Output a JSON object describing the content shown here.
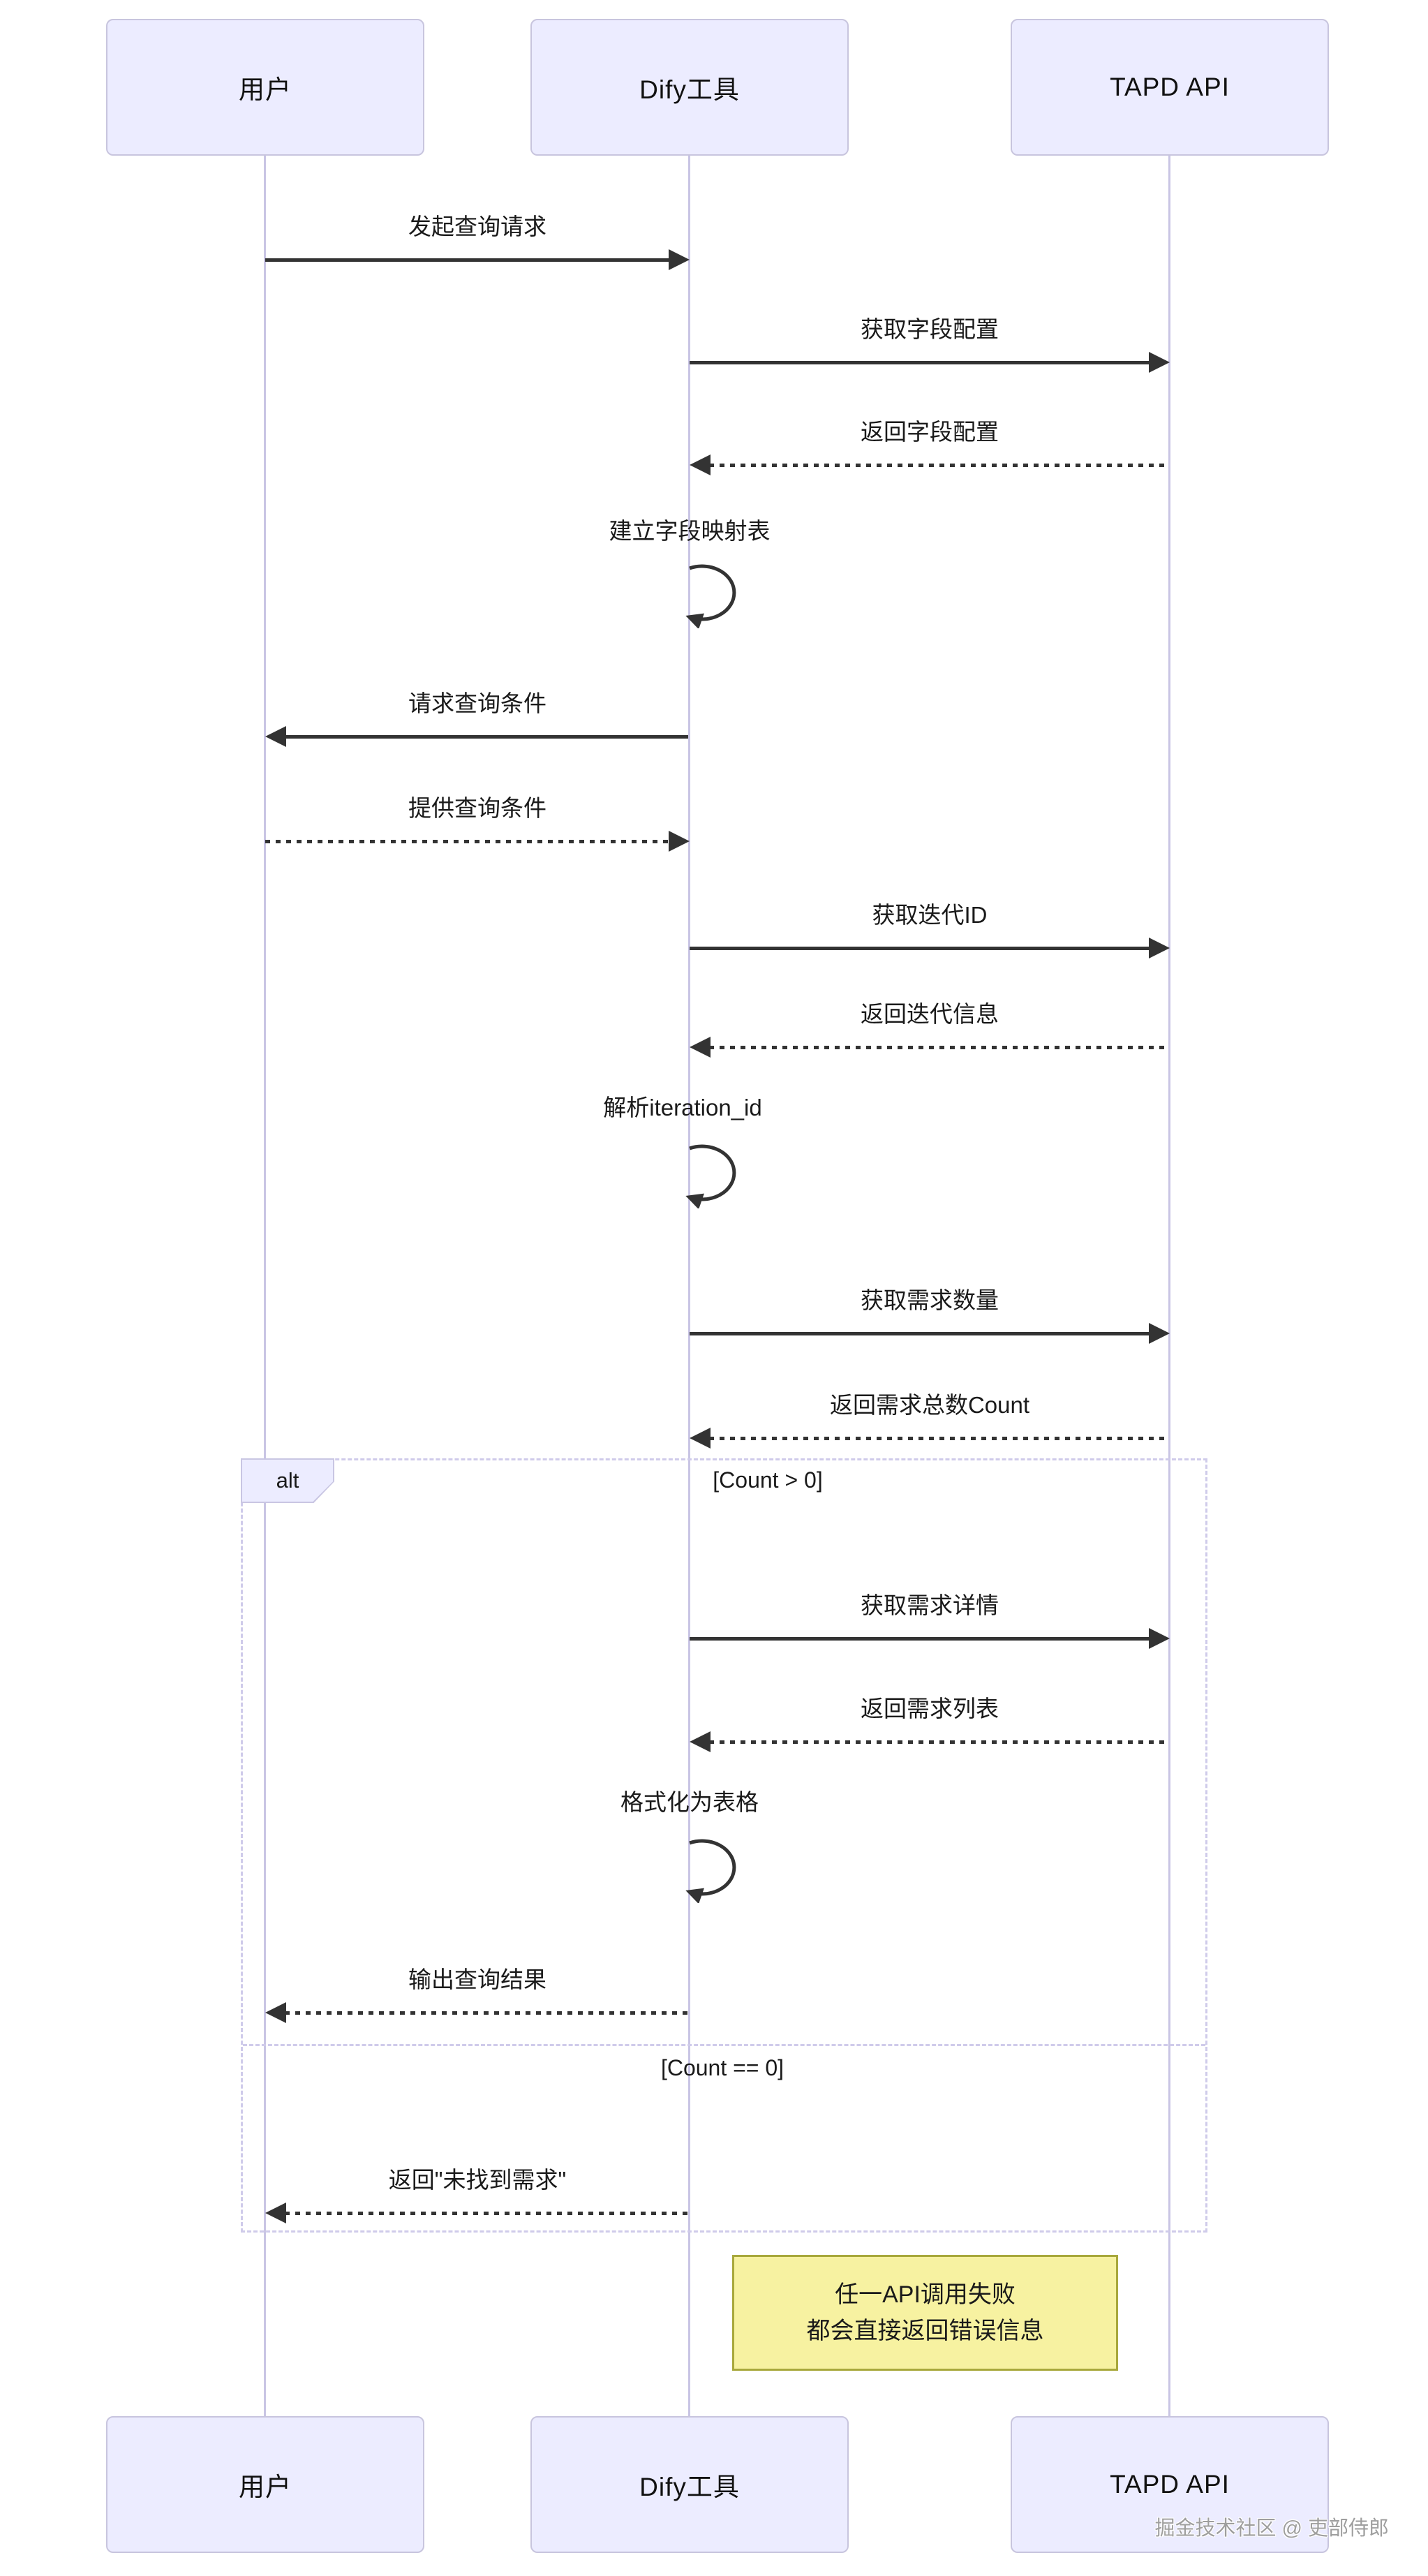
{
  "diagram": {
    "type": "sequence",
    "actors": [
      {
        "label": "用户"
      },
      {
        "label": "Dify工具"
      },
      {
        "label": "TAPD API"
      }
    ],
    "messages": [
      {
        "label": "发起查询请求",
        "from": "用户",
        "to": "Dify工具",
        "style": "solid"
      },
      {
        "label": "获取字段配置",
        "from": "Dify工具",
        "to": "TAPD API",
        "style": "solid"
      },
      {
        "label": "返回字段配置",
        "from": "TAPD API",
        "to": "Dify工具",
        "style": "dashed"
      },
      {
        "label": "建立字段映射表",
        "from": "Dify工具",
        "to": "Dify工具",
        "style": "self"
      },
      {
        "label": "请求查询条件",
        "from": "Dify工具",
        "to": "用户",
        "style": "solid"
      },
      {
        "label": "提供查询条件",
        "from": "用户",
        "to": "Dify工具",
        "style": "dashed"
      },
      {
        "label": "获取迭代ID",
        "from": "Dify工具",
        "to": "TAPD API",
        "style": "solid"
      },
      {
        "label": "返回迭代信息",
        "from": "TAPD API",
        "to": "Dify工具",
        "style": "dashed"
      },
      {
        "label": "解析iteration_id",
        "from": "Dify工具",
        "to": "Dify工具",
        "style": "self"
      },
      {
        "label": "获取需求数量",
        "from": "Dify工具",
        "to": "TAPD API",
        "style": "solid"
      },
      {
        "label": "返回需求总数Count",
        "from": "TAPD API",
        "to": "Dify工具",
        "style": "dashed"
      },
      {
        "label": "获取需求详情",
        "from": "Dify工具",
        "to": "TAPD API",
        "style": "solid"
      },
      {
        "label": "返回需求列表",
        "from": "TAPD API",
        "to": "Dify工具",
        "style": "dashed"
      },
      {
        "label": "格式化为表格",
        "from": "Dify工具",
        "to": "Dify工具",
        "style": "self"
      },
      {
        "label": "输出查询结果",
        "from": "Dify工具",
        "to": "用户",
        "style": "dashed"
      },
      {
        "label": "返回\"未找到需求\"",
        "from": "Dify工具",
        "to": "用户",
        "style": "dashed"
      }
    ],
    "alt_frame": {
      "label": "alt",
      "conditions": [
        {
          "label": "[Count > 0]"
        },
        {
          "label": "[Count == 0]"
        }
      ]
    },
    "note": {
      "line1": "任一API调用失败",
      "line2": "都会直接返回错误信息"
    },
    "watermark": "掘金技术社区 @ 吏部侍郎",
    "colors": {
      "actor_fill": "#ECECFF",
      "actor_border": "#C8C5DE",
      "lifeline": "#C9C5E4",
      "arrow": "#333333",
      "frame_border": "#CFCBEA",
      "note_fill": "#F7F2A1",
      "note_border": "#A8A83C",
      "watermark_text": "#9E9E9E"
    }
  }
}
